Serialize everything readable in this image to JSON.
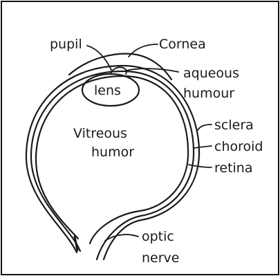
{
  "diagram": {
    "labels": {
      "pupil": "pupil",
      "cornea": "Cornea",
      "aqueous_line1": "aqueous",
      "aqueous_line2": "humour",
      "lens": "lens",
      "vitreous_line1": "Vitreous",
      "vitreous_line2": "humor",
      "sclera": "sclera",
      "choroid": "choroid",
      "retina": "retina",
      "optic_line1": "optic",
      "optic_line2": "nerve"
    },
    "colors": {
      "ink": "#1a1a1a",
      "frame": "#111111",
      "background": "#ffffff"
    }
  }
}
